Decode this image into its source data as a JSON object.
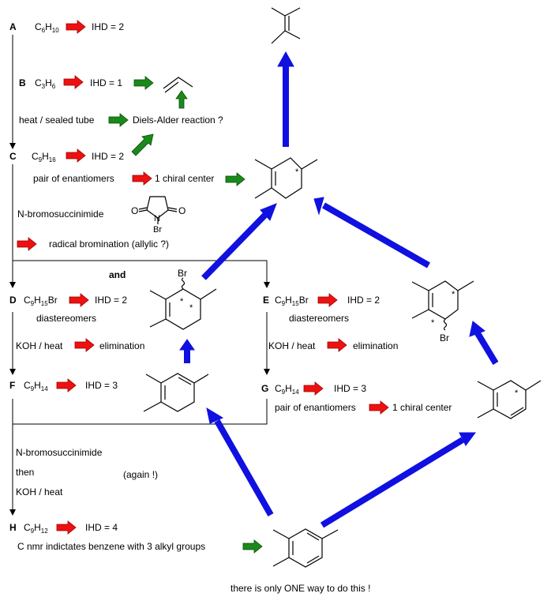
{
  "rows": {
    "A": {
      "label": "A",
      "formula": "C6H10",
      "ihd": "IHD = 2"
    },
    "B": {
      "label": "B",
      "formula": "C3H6",
      "ihd": "IHD = 1"
    },
    "heat_tube": "heat / sealed tube",
    "diels_alder": "Diels-Alder reaction ?",
    "C": {
      "label": "C",
      "formula": "C9H16",
      "ihd": "IHD = 2"
    },
    "enantiomers_1": "pair of enantiomers",
    "chiral_1": "1 chiral center",
    "nbs_1": "N-bromosuccinimide",
    "nbs_atoms": {
      "n": "N",
      "br": "Br"
    },
    "radical": "radical bromination (allylic ?)",
    "and": "and",
    "D": {
      "label": "D",
      "formula": "C9H15Br",
      "ihd": "IHD = 2",
      "note": "diastereomers"
    },
    "E": {
      "label": "E",
      "formula": "C9H15Br",
      "ihd": "IHD = 2",
      "note": "diastereomers"
    },
    "koh_d": "KOH / heat",
    "elim_d": "elimination",
    "koh_e": "KOH / heat",
    "elim_e": "elimination",
    "F": {
      "label": "F",
      "formula": "C9H14",
      "ihd": "IHD = 3"
    },
    "G": {
      "label": "G",
      "formula": "C9H14",
      "ihd": "IHD = 3"
    },
    "enantiomers_2": "pair of enantiomers",
    "chiral_2": "1 chiral center",
    "nbs_2": "N-bromosuccinimide",
    "then": "then",
    "koh_h": "KOH / heat",
    "again": "(again !)",
    "H": {
      "label": "H",
      "formula": "C9H12",
      "ihd": "IHD = 4"
    },
    "cnmr": "C nmr indictates benzene with 3 alkyl groups",
    "footer": "there is only ONE way to do this !",
    "atoms": {
      "br_d": "Br",
      "br_e": "Br",
      "star": "*"
    },
    "colors": {
      "red": "#ee1111",
      "green": "#1a8a1a",
      "blue": "#1010e0"
    }
  }
}
